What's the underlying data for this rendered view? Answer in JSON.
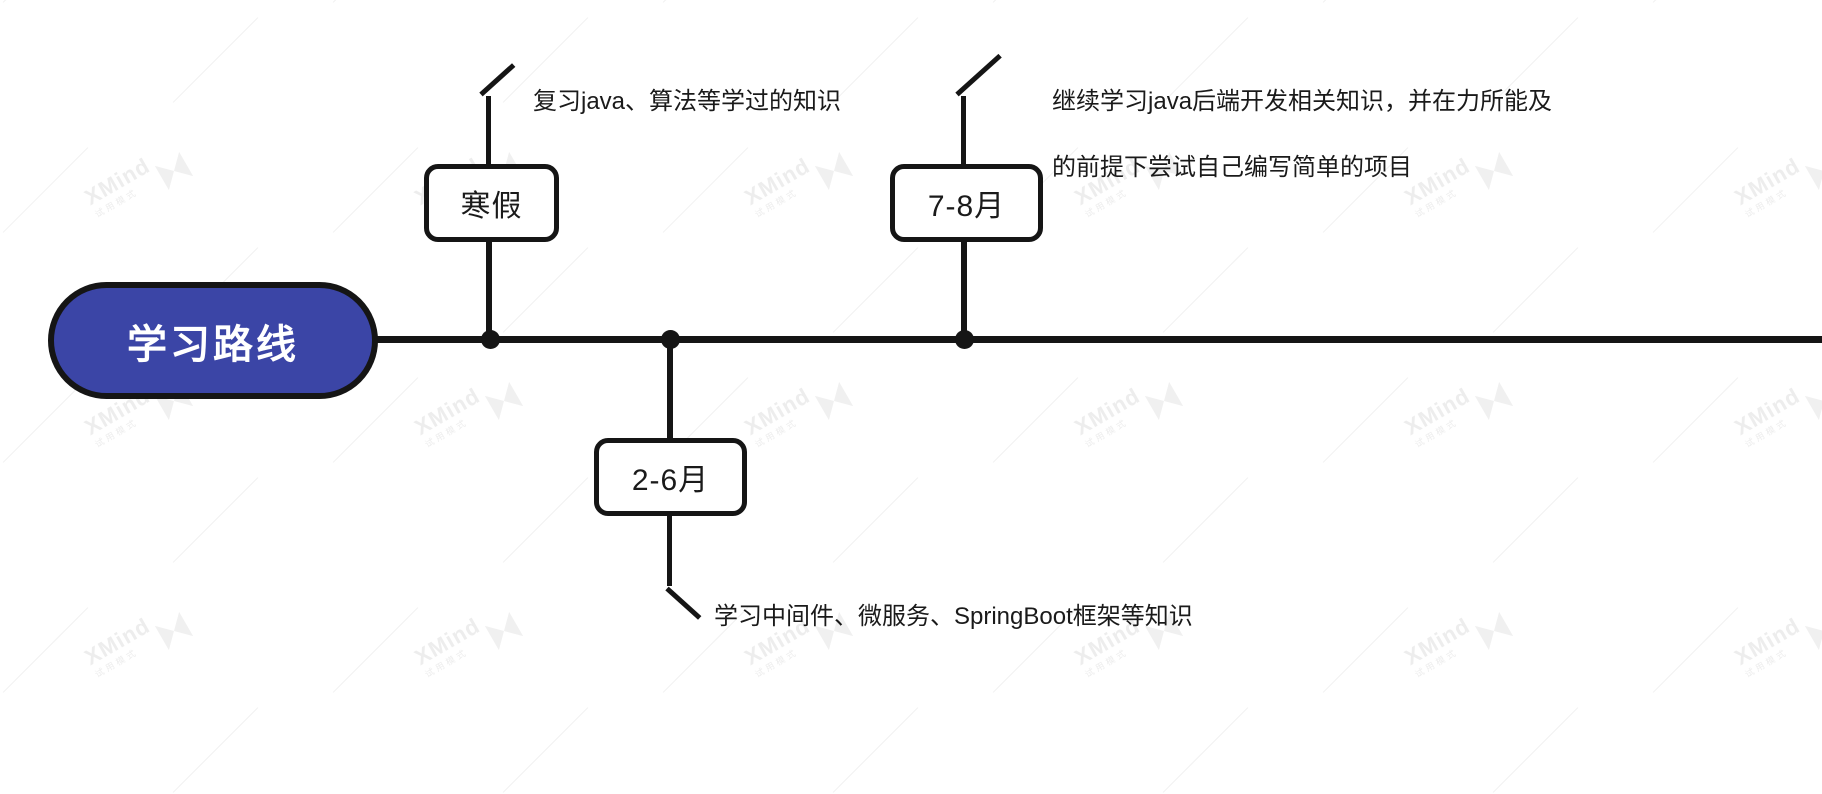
{
  "diagram": {
    "type": "timeline",
    "title": "学习路线",
    "root": {
      "label": "学习路线",
      "fill_color": "#3B45A6",
      "text_color": "#FFFFFF",
      "border_color": "#151515"
    },
    "axis": {
      "orientation": "horizontal",
      "color": "#151515"
    },
    "milestones": [
      {
        "id": "winter-break",
        "label": "寒假",
        "position": "above",
        "note": "复习java、算法等学过的知识",
        "note_lines": [
          "复习java、算法等学过的知识"
        ]
      },
      {
        "id": "feb-jun",
        "label": "2-6月",
        "position": "below",
        "note": "学习中间件、微服务、SpringBoot框架等知识",
        "note_lines": [
          "学习中间件、微服务、SpringBoot框架等知识"
        ]
      },
      {
        "id": "jul-aug",
        "label": "7-8月",
        "position": "above",
        "note": "继续学习java后端开发相关知识，并在力所能及的前提下尝试自己编写简单的项目",
        "note_lines": [
          "继续学习java后端开发相关知识，并在力所能及",
          "的前提下尝试自己编写简单的项目"
        ]
      }
    ]
  },
  "watermark": {
    "main": "XMind",
    "sub": "试用模式"
  }
}
